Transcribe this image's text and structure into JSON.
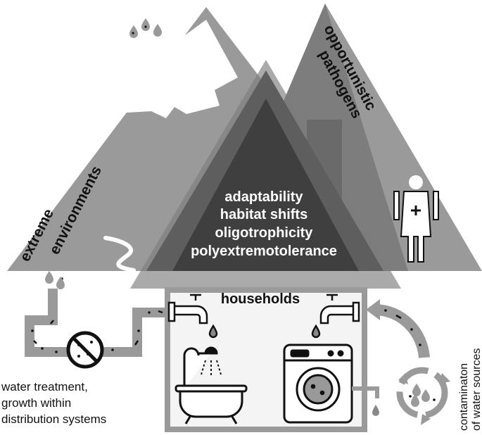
{
  "labels": {
    "extreme_line1": "extreme",
    "extreme_line2": "environments",
    "opportunistic_line1": "opportunistic",
    "opportunistic_line2": "pathogens",
    "traits": [
      "adaptability",
      "habitat shifts",
      "oligotrophicity",
      "polyextremotolerance"
    ],
    "households": "households",
    "treatment_line1": "water treatment,",
    "treatment_line2": "growth within",
    "treatment_line3": "distribution systems",
    "contamination_line1": "contaminaton",
    "contamination_line2": "of water sources"
  },
  "colors": {
    "mountain_light": "#9a9a9a",
    "mountain_mid": "#7d7d7d",
    "overlap_dark": "#5e5e5e",
    "overlap_darkest": "#3f3f3f",
    "snow": "#ffffff",
    "pipe": "#9a9a9a",
    "house_bg": "#f4f4f4",
    "ink": "#111111"
  },
  "icons": [
    "water-drop-icon",
    "faucet-icon",
    "bathtub-icon",
    "shower-icon",
    "washing-machine-icon",
    "person-medical-icon",
    "prohibited-bacteria-icon",
    "recycle-arrows-icon",
    "river-icon"
  ]
}
